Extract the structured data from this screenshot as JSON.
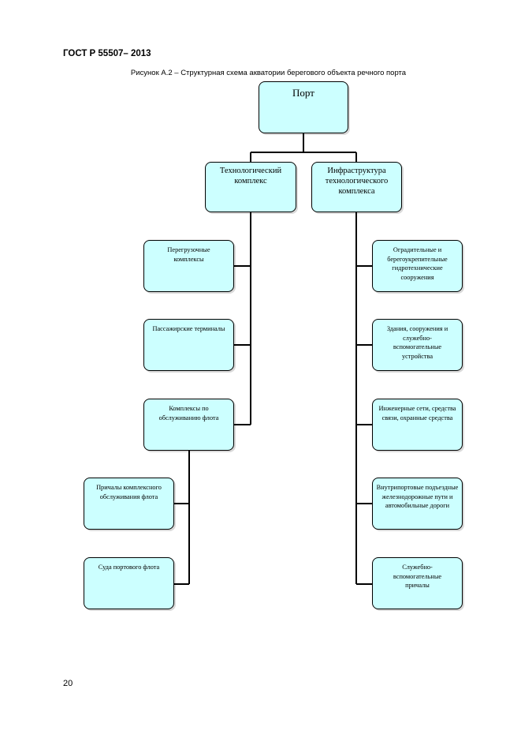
{
  "header": {
    "doc_id": "ГОСТ Р 55507– 2013",
    "caption": "Рисунок А.2 – Структурная схема акватории берегового объекта речного порта",
    "page_number": "20"
  },
  "diagram": {
    "root": "Порт",
    "tech_complex": {
      "label": "Технологический комплекс",
      "children": [
        "Перегрузочные комплексы",
        "Пассажирские терминалы",
        "Комплексы по обслуживанию флота"
      ],
      "fleet_children": [
        "Причалы комплексного обслуживания флота",
        "Суда портового флота"
      ]
    },
    "infrastructure": {
      "label": "Инфраструктура технологического комплекса",
      "children": [
        "Оградительные и берегоукрепительные гидротехнические сооружения",
        "Здания, сооружения и служебно-вспомогательные устройства",
        "Инженерные сети, средства связи, охранные средства",
        "Внутрипортовые подъездные железнодорожные пути и автомобильные дороги",
        "Служебно-вспомогательные причалы"
      ]
    }
  }
}
